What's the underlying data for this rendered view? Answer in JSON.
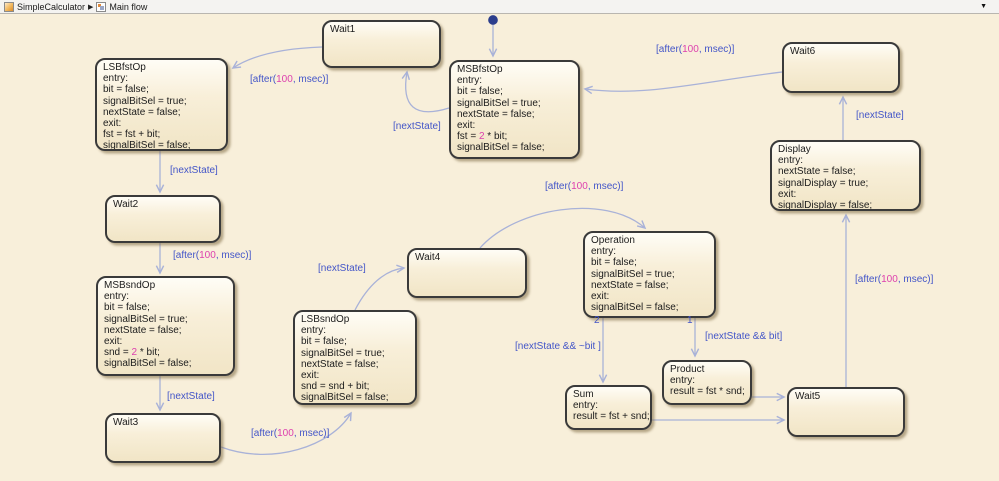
{
  "breadcrumb": {
    "model_label": "SimpleCalculator",
    "chart_label": "Main flow"
  },
  "glyphs": {
    "breadcrumb_separator": "▶",
    "dropdown_arrow": "▼"
  },
  "colors": {
    "canvas_background": "#f8efda",
    "state_border": "#3a3a3a",
    "transition_line": "#a9b2d8",
    "label_blue": "#4355c8",
    "literal_magenta": "#dd3fae",
    "default_dot_navy": "#2c3e8c"
  },
  "states": {
    "wait1": {
      "title": "Wait1"
    },
    "wait2": {
      "title": "Wait2"
    },
    "wait3": {
      "title": "Wait3"
    },
    "wait4": {
      "title": "Wait4"
    },
    "wait5": {
      "title": "Wait5"
    },
    "wait6": {
      "title": "Wait6"
    },
    "lsbfstop": {
      "title": "LSBfstOp",
      "lines": [
        "entry:",
        "bit = false;",
        "signalBitSel = true;",
        "nextState = false;",
        "exit:",
        "fst = fst + bit;",
        "signalBitSel = false;"
      ]
    },
    "msbfstop": {
      "title": "MSBfstOp",
      "lines": [
        "entry:",
        "bit = false;",
        "signalBitSel = true;",
        "nextState = false;",
        "exit:",
        {
          "pre": "fst = ",
          "num": "2",
          "post": " * bit;"
        },
        "signalBitSel = false;"
      ]
    },
    "msbsndop": {
      "title": "MSBsndOp",
      "lines": [
        "entry:",
        "bit = false;",
        "signalBitSel = true;",
        "nextState = false;",
        "exit:",
        {
          "pre": "snd = ",
          "num": "2",
          "post": " * bit;"
        },
        "signalBitSel = false;"
      ]
    },
    "lsbsndop": {
      "title": "LSBsndOp",
      "lines": [
        "entry:",
        "bit = false;",
        "signalBitSel = true;",
        "nextState = false;",
        "exit:",
        "snd = snd + bit;",
        "signalBitSel = false;"
      ]
    },
    "operation": {
      "title": "Operation",
      "lines": [
        "entry:",
        "bit = false;",
        "signalBitSel = true;",
        "nextState = false;",
        "exit:",
        "signalBitSel = false;"
      ]
    },
    "display": {
      "title": "Display",
      "lines": [
        "entry:",
        "nextState = false;",
        "signalDisplay = true;",
        "exit:",
        "signalDisplay = false;"
      ]
    },
    "sum": {
      "title": "Sum",
      "lines": [
        "entry:",
        "result = fst + snd;"
      ]
    },
    "product": {
      "title": "Product",
      "lines": [
        "entry:",
        "result = fst * snd;"
      ]
    }
  },
  "transitions": {
    "wait1_to_lsbfstop": {
      "label_pre": "[after(",
      "label_num": "100",
      "label_post": ", msec)]"
    },
    "wait6_to_msbfstop": {
      "label_pre": "[after(",
      "label_num": "100",
      "label_post": ", msec)]"
    },
    "wait2_to_msbsndop": {
      "label_pre": "[after(",
      "label_num": "100",
      "label_post": ", msec)]"
    },
    "wait3_to_lsbsndop": {
      "label_pre": "[after(",
      "label_num": "100",
      "label_post": ", msec)]"
    },
    "wait4_to_operation": {
      "label_pre": "[after(",
      "label_num": "100",
      "label_post": ", msec)]"
    },
    "wait5_to_display": {
      "label_pre": "[after(",
      "label_num": "100",
      "label_post": ", msec)]"
    },
    "msbfstop_to_wait1": {
      "label": "[nextState]"
    },
    "display_to_wait6": {
      "label": "[nextState]"
    },
    "lsbfstop_to_wait2": {
      "label": "[nextState]"
    },
    "msbsndop_to_wait3": {
      "label": "[nextState]"
    },
    "lsbsndop_to_wait4": {
      "label": "[nextState]"
    },
    "operation_to_sum": {
      "order": "2",
      "label": "[nextState && ~bit ]"
    },
    "operation_to_product": {
      "order": "1",
      "label": "[nextState && bit]"
    }
  }
}
